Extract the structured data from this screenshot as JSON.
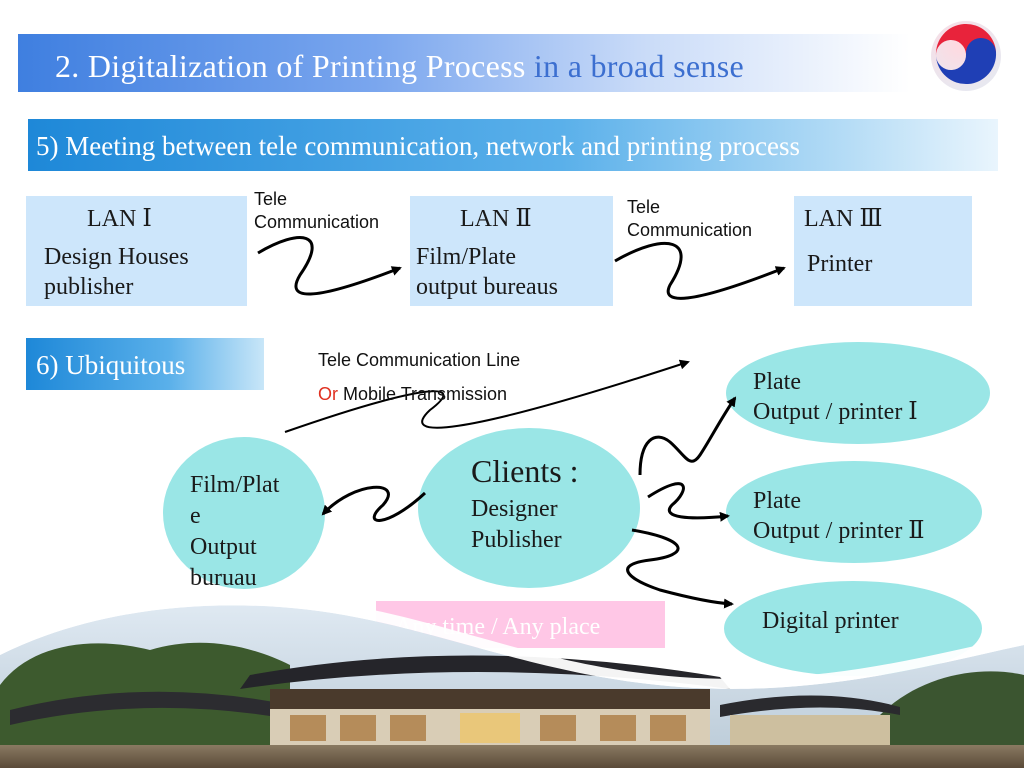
{
  "title": {
    "main": "2. Digitalization of Printing Process",
    "suffix": " in a broad sense"
  },
  "section5": {
    "heading": "5) Meeting between tele communication, network and printing process"
  },
  "lan1": {
    "title": "LAN Ⅰ",
    "line1": "Design Houses",
    "line2": "publisher"
  },
  "lan2": {
    "title": "LAN Ⅱ",
    "line1": "Film/Plate",
    "line2": "output bureaus"
  },
  "lan3": {
    "title": "LAN Ⅲ",
    "line1": "Printer"
  },
  "tele_a": {
    "line1": "Tele",
    "line2": "Communication"
  },
  "tele_b": {
    "line1": "Tele",
    "line2": "Communication"
  },
  "section6": {
    "heading": "6) Ubiquitous"
  },
  "transmission": {
    "line1": "Tele Communication Line",
    "or_word": "Or",
    "line2_rest": " Mobile Transmission"
  },
  "film_plate": {
    "line1": "Film/Plat",
    "line2": "e",
    "line3": "Output",
    "line4": "buruau"
  },
  "clients": {
    "line1": "Clients :",
    "line2": "Designer",
    "line3": "Publisher"
  },
  "plate1": {
    "line1": "Plate",
    "line2": "Output / printer  Ⅰ"
  },
  "plate2": {
    "line1": "Plate",
    "line2": "Output / printer  Ⅱ"
  },
  "digital": {
    "line1": "Digital printer"
  },
  "any_time": "Any time / Any place",
  "colors": {
    "title_bar": "#3f7fe0",
    "section_bar": "#1e88d8",
    "lan_box": "#cde6fb",
    "ellipse": "#9ae6e6",
    "any_box": "#ffc7e6",
    "or_text": "#e03020"
  }
}
